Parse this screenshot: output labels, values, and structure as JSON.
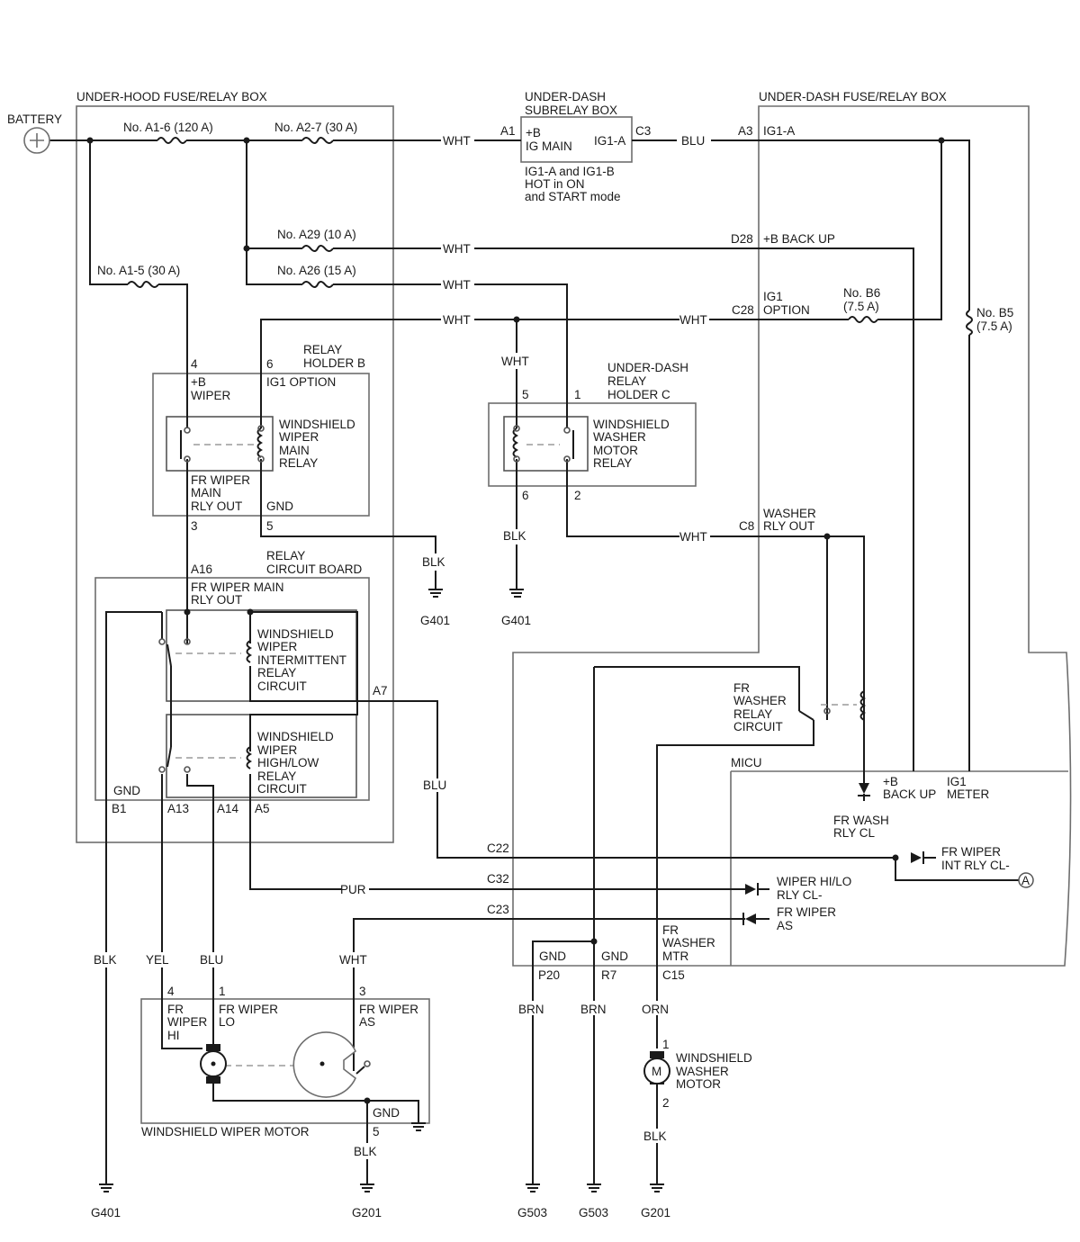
{
  "boxes": {
    "underhood": "UNDER-HOOD FUSE/RELAY BOX",
    "subrelay": [
      "UNDER-DASH",
      "SUBRELAY BOX"
    ],
    "underdash": "UNDER-DASH FUSE/RELAY BOX",
    "relay_holder_b": [
      "RELAY",
      "HOLDER B"
    ],
    "relay_holder_c": [
      "UNDER-DASH",
      "RELAY",
      "HOLDER C"
    ],
    "relay_circuit_board": [
      "RELAY",
      "CIRCUIT BOARD"
    ],
    "micu": "MICU",
    "wiper_motor": "WINDSHIELD WIPER MOTOR"
  },
  "battery": "BATTERY",
  "fuses": {
    "a1_6": "No. A1-6 (120 A)",
    "a2_7": "No. A2-7 (30 A)",
    "a29": "No. A29 (10 A)",
    "a26": "No. A26 (15 A)",
    "a1_5": "No. A1-5 (30 A)",
    "b6": [
      "No. B6",
      "(7.5 A)"
    ],
    "b5": [
      "No. B5",
      "(7.5 A)"
    ]
  },
  "subrelay_box": {
    "pin_a1": "A1",
    "pin_c3": "C3",
    "plus_b": "+B",
    "ig_main": "IG MAIN",
    "ig1_a": "IG1-A",
    "note": [
      "IG1-A and IG1-B",
      "HOT in ON",
      "and START mode"
    ]
  },
  "underdash_pins": {
    "a3": "A3",
    "ig1_a": "IG1-A",
    "d28": "D28",
    "backup": "+B BACK UP",
    "c28": "C28",
    "ig1_option": [
      "IG1",
      "OPTION"
    ],
    "c8": "C8",
    "washer_rly_out": [
      "WASHER",
      "RLY OUT"
    ]
  },
  "wire_colors": {
    "wht": "WHT",
    "blu": "BLU",
    "blk": "BLK",
    "yel": "YEL",
    "pur": "PUR",
    "brn": "BRN",
    "orn": "ORN"
  },
  "main_relay": {
    "pin4": "4",
    "pin6": "6",
    "pin3": "3",
    "pin5": "5",
    "plus_b_wiper": [
      "+B",
      "WIPER"
    ],
    "ig1_option": "IG1 OPTION",
    "name": [
      "WINDSHIELD",
      "WIPER",
      "MAIN",
      "RELAY"
    ],
    "out": [
      "FR WIPER",
      "MAIN",
      "RLY OUT"
    ],
    "gnd": "GND"
  },
  "washer_relay": {
    "pin5": "5",
    "pin1": "1",
    "pin6": "6",
    "pin2": "2",
    "name": [
      "WINDSHIELD",
      "WASHER",
      "MOTOR",
      "RELAY"
    ]
  },
  "circuit_board": {
    "a16": "A16",
    "main_out": [
      "FR WIPER MAIN",
      "RLY OUT"
    ],
    "intermittent": [
      "WINDSHIELD",
      "WIPER",
      "INTERMITTENT",
      "RELAY",
      "CIRCUIT"
    ],
    "highlow": [
      "WINDSHIELD",
      "WIPER",
      "HIGH/LOW",
      "RELAY",
      "CIRCUIT"
    ],
    "a7": "A7",
    "gnd": "GND",
    "b1": "B1",
    "a13": "A13",
    "a14": "A14",
    "a5": "A5"
  },
  "micu": {
    "fr_washer_relay": [
      "FR",
      "WASHER",
      "RELAY",
      "CIRCUIT"
    ],
    "backup": [
      "+B",
      "BACK UP"
    ],
    "ig1_meter": [
      "IG1",
      "METER"
    ],
    "fr_wash_rly_cl": [
      "FR WASH",
      "RLY CL"
    ],
    "c22": "C22",
    "c32": "C32",
    "c23": "C23",
    "fr_wiper_int": [
      "FR WIPER",
      "INT RLY CL-"
    ],
    "connector_a": "A",
    "wiper_hilo": [
      "WIPER HI/LO",
      "RLY CL-"
    ],
    "fr_wiper_as": [
      "FR WIPER",
      "AS"
    ],
    "gnd1": "GND",
    "gnd2": "GND",
    "fr_washer_mtr": [
      "FR",
      "WASHER",
      "MTR"
    ],
    "p20": "P20",
    "r7": "R7",
    "c15": "C15"
  },
  "wiper_motor": {
    "pin4": "4",
    "pin1": "1",
    "pin3": "3",
    "pin5": "5",
    "hi": [
      "FR",
      "WIPER",
      "HI"
    ],
    "lo": [
      "FR WIPER",
      "LO"
    ],
    "as": [
      "FR WIPER",
      "AS"
    ],
    "gnd": "GND"
  },
  "washer_motor": {
    "pin1": "1",
    "pin2": "2",
    "symbol": "M",
    "name": [
      "WINDSHIELD",
      "WASHER",
      "MOTOR"
    ]
  },
  "grounds": {
    "g401": "G401",
    "g201": "G201",
    "g503": "G503"
  }
}
